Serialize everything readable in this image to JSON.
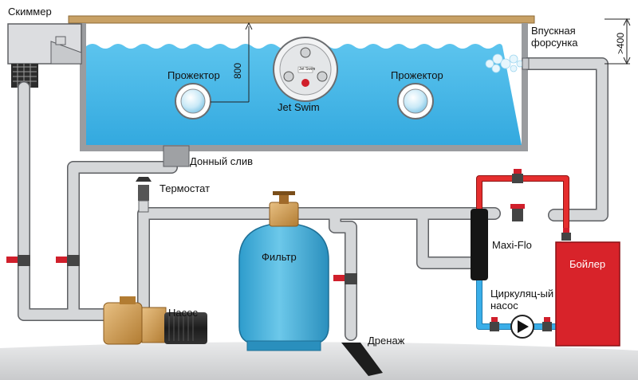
{
  "labels": {
    "skimmer": "Скиммер",
    "inlet": "Впускная форсунка",
    "spotlight_left": "Прожектор",
    "spotlight_right": "Прожектор",
    "jet_swim": "Jet Swim",
    "jet_swim_badge": "Jet Swim",
    "bottom_drain": "Донный слив",
    "thermostat": "Термостат",
    "filter": "Фильтр",
    "pump": "Насос",
    "drain": "Дренаж",
    "maxi_flo": "Maxi-Flo",
    "boiler": "Бойлер",
    "circ_pump": "Циркуляц-ый насос"
  },
  "dimensions": {
    "water_depth": "800",
    "inlet_depth": ">400"
  },
  "colors": {
    "water": "#3fb6e8",
    "pipe": "#d5d7d9",
    "pipe_edge": "#5e6064",
    "hot_pipe": "#e52e2e",
    "cold_pipe": "#3aaee8",
    "boiler": "#d8232a",
    "filter": "#41afd8",
    "valve": "#d01f2b",
    "deck": "#c8a165",
    "ground": "#dcdcdc"
  }
}
